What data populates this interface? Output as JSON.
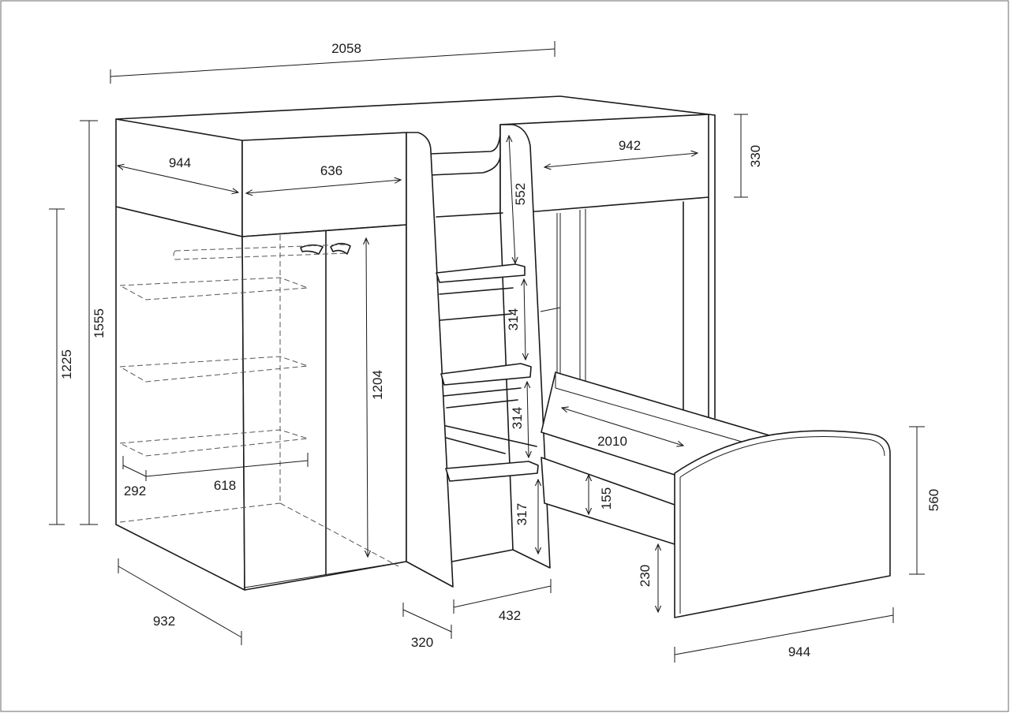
{
  "dimensions": {
    "total_length": "2058",
    "top_left_width": "944",
    "top_middle_width": "636",
    "top_right_width": "942",
    "rail_height": "330",
    "total_height": "1555",
    "inner_height": "1225",
    "ladder_top": "552",
    "step_1": "314",
    "step_2": "314",
    "step_bottom": "317",
    "wardrobe_height": "1204",
    "shelf_depth": "292",
    "shelf_width": "618",
    "wardrobe_depth": "932",
    "ladder_depth": "320",
    "ladder_width": "432",
    "bed_length": "2010",
    "bed_side_height": "155",
    "headboard_height": "560",
    "bed_clearance": "230",
    "bed_width": "944"
  }
}
